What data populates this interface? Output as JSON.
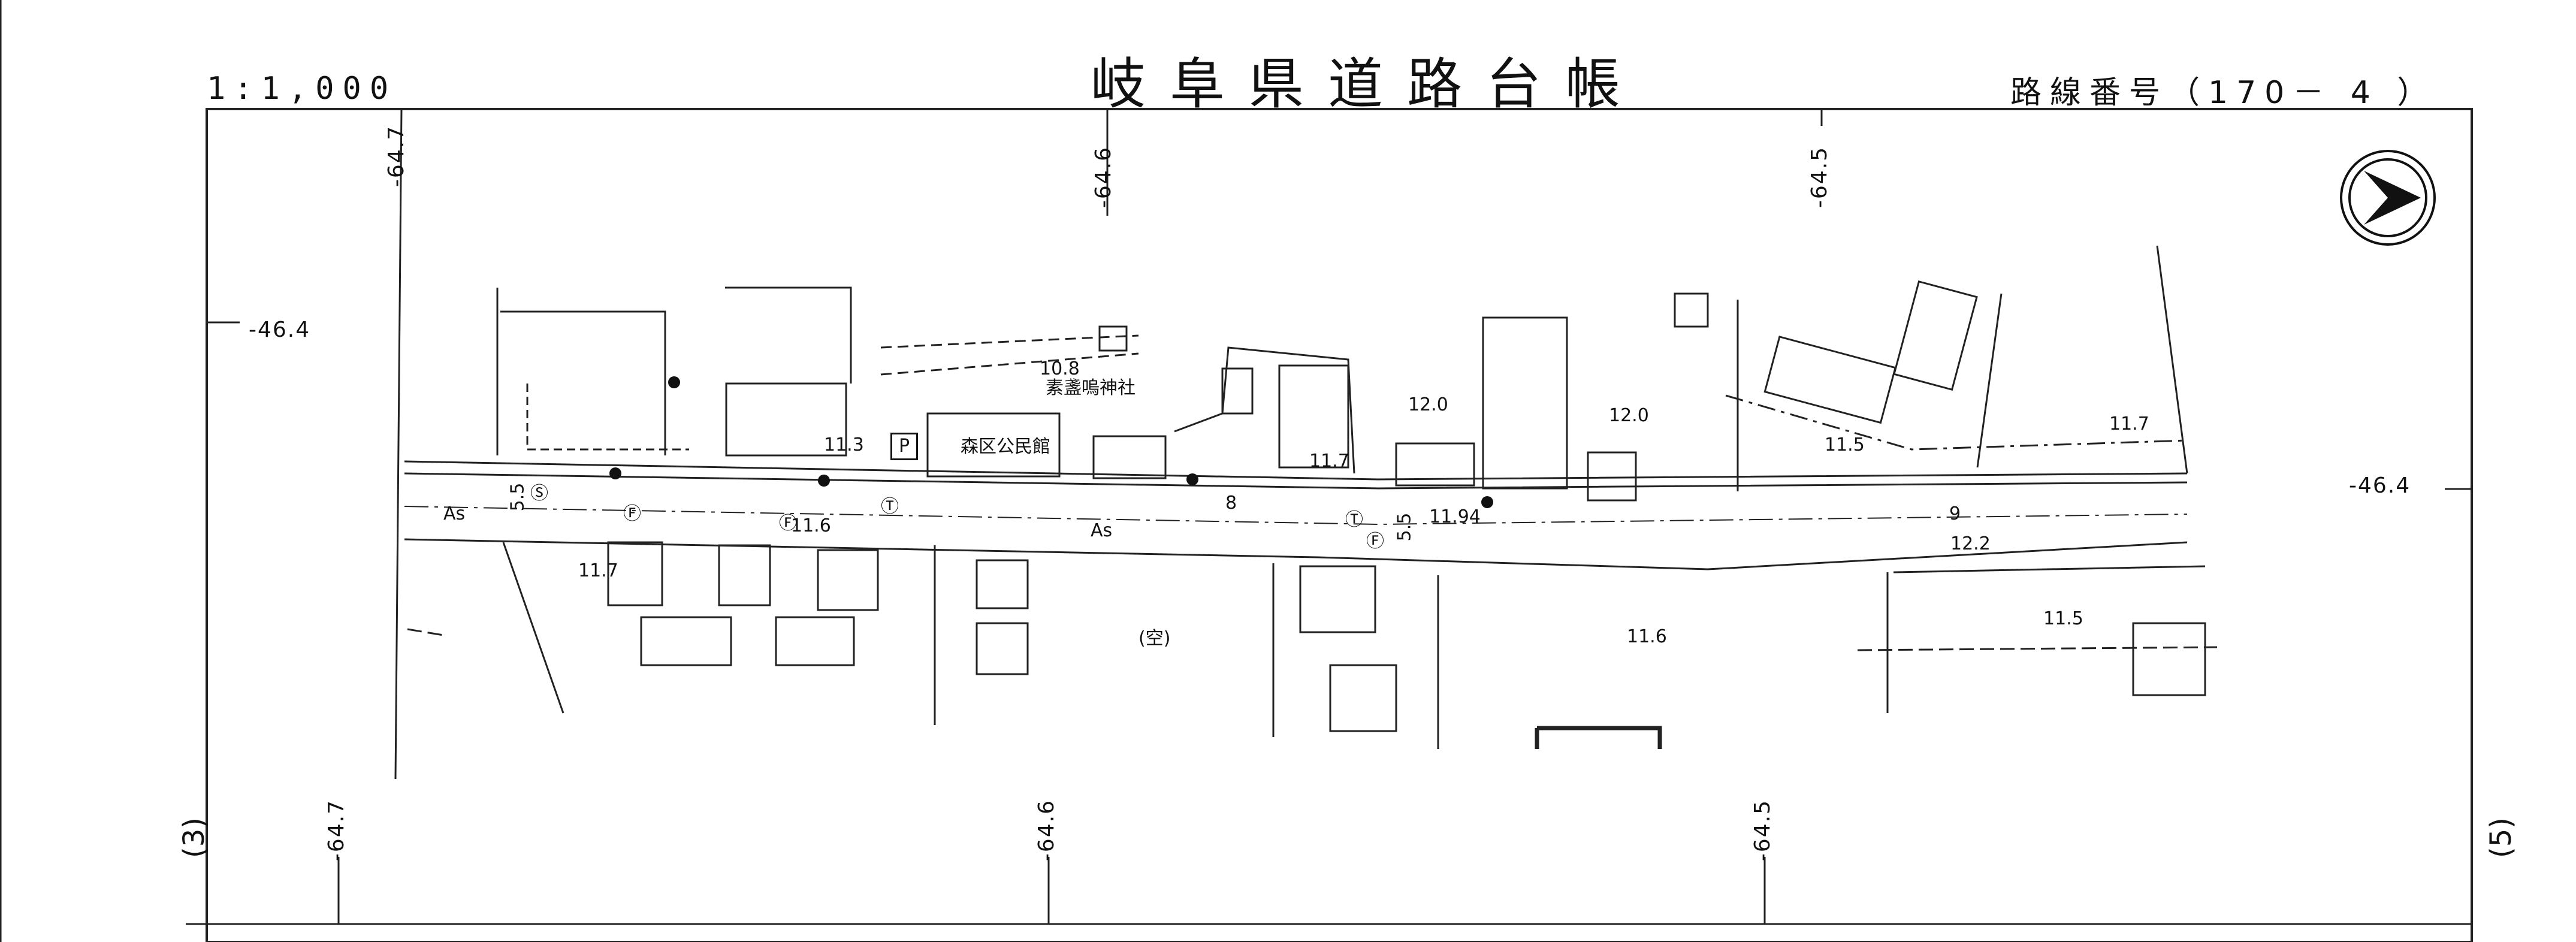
{
  "header": {
    "title": "岐阜県道路台帳",
    "scale": "1:1,000",
    "route_number": "路線番号（170－ 4 ）"
  },
  "grid": {
    "x_top": [
      "-64.7",
      "-64.6",
      "-64.5"
    ],
    "x_bottom": [
      "-64.7",
      "-64.6",
      "-64.5"
    ],
    "y": [
      "-46.4",
      "-46.4"
    ]
  },
  "sheet_refs": {
    "left": "(3)",
    "right": "(5)"
  },
  "labels": {
    "community_hall": "森区公民館",
    "shrine": "素盞嗚神社",
    "vacant": "(空)",
    "pavement_left": "As",
    "pavement_mid": "As"
  },
  "elevations": [
    "10.8",
    "11.3",
    "11.6",
    "11.7",
    "11.7",
    "12.0",
    "12.0",
    "11.5",
    "11.7",
    "11.94",
    "11.6",
    "11.5",
    "12.2"
  ],
  "widths": [
    "5.5",
    "8",
    "5.5",
    "9"
  ],
  "symbols": {
    "manhole": "Ⓢ",
    "hydrant": "Ⓕ",
    "phone": "Ⓣ",
    "parking": "P"
  },
  "north_arrow": "north-arrow"
}
